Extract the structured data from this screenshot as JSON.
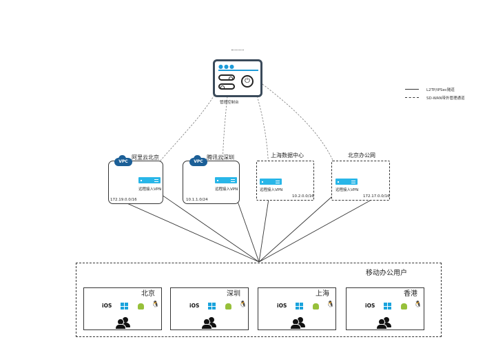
{
  "console": {
    "label": "管理控制台",
    "icons": [
      "window-dots-icon",
      "toggle-icon",
      "power-icon"
    ]
  },
  "legend": {
    "solid_label": "L2TP/IPSec隧道",
    "dashed_label": "SD-WAN带外管理通道"
  },
  "sites": [
    {
      "name": "阿里云北京",
      "badge": "VPC",
      "gateway_label": "远程接入VPN",
      "cidr": "172.19.0.0/16",
      "style": "solid"
    },
    {
      "name": "腾讯云深圳",
      "badge": "VPC",
      "gateway_label": "远程接入VPN",
      "cidr": "10.1.1.0/24",
      "style": "solid"
    },
    {
      "name": "上海数据中心",
      "badge": "",
      "gateway_label": "远程接入VPN",
      "cidr": "10.2.0.0/16",
      "style": "dashed"
    },
    {
      "name": "北京办公网",
      "badge": "",
      "gateway_label": "远程接入VPN",
      "cidr": "172.17.0.0/16",
      "style": "dashed"
    }
  ],
  "mobile": {
    "title": "移动办公用户",
    "ios_label": "iOS",
    "cities": [
      "北京",
      "深圳",
      "上海",
      "香港"
    ]
  },
  "icons": {
    "apple": "",
    "linux": "🐧"
  },
  "colors": {
    "accent": "#29b6e8",
    "vpc": "#1b5f97",
    "android": "#97c03a",
    "windows": "#1aa3dc"
  }
}
